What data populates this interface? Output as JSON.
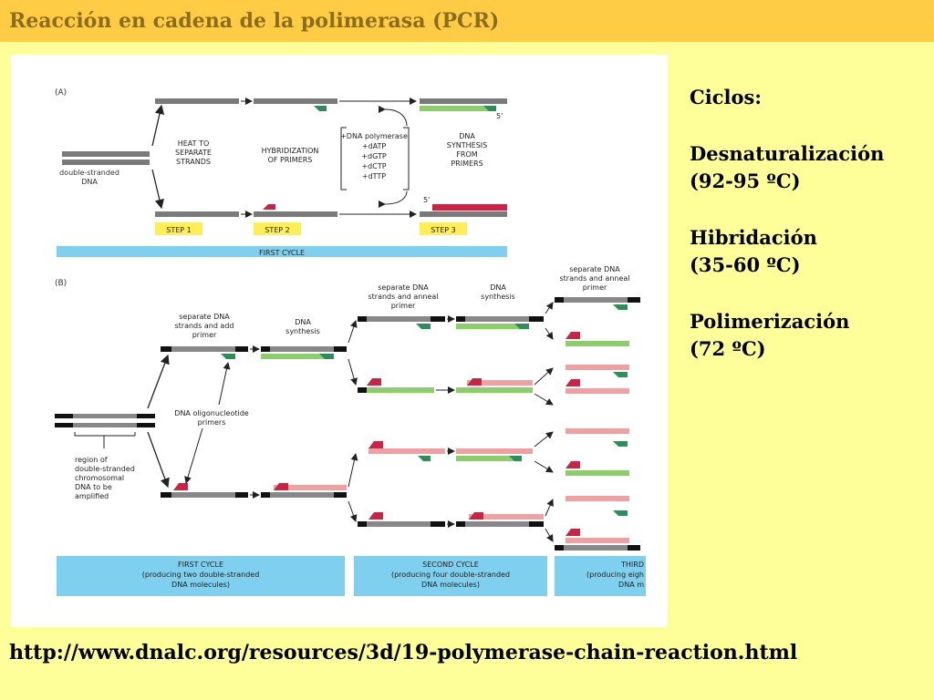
{
  "title": "Reacción en cadena de la polimerasa (PCR)",
  "sidebar": {
    "heading": "Ciclos:",
    "steps": [
      {
        "name": "Desnaturalización",
        "temp": "(92-95 ºC)"
      },
      {
        "name": "Hibridación",
        "temp": "(35-60 ºC)"
      },
      {
        "name": "Polimerización",
        "temp": "(72 ºC)"
      }
    ]
  },
  "url": "http://www.dnalc.org/resources/3d/19-polymerase-chain-reaction.html",
  "figure": {
    "panel_a": {
      "label": "(A)",
      "dna_label": [
        "double-stranded",
        "DNA"
      ],
      "heat_label": [
        "HEAT TO",
        "SEPARATE",
        "STRANDS"
      ],
      "hyb_label": [
        "HYBRIDIZATION",
        "OF PRIMERS"
      ],
      "reagents": [
        "+DNA polymerase",
        "+dATP",
        "+dGTP",
        "+dCTP",
        "+dTTP"
      ],
      "synth_label": [
        "DNA",
        "SYNTHESIS",
        "FROM",
        "PRIMERS"
      ],
      "five_prime": "5'",
      "steps": [
        "STEP 1",
        "STEP 2",
        "STEP 3"
      ],
      "cycle_bar": "FIRST CYCLE"
    },
    "panel_b": {
      "label": "(B)",
      "sep_add": [
        "separate DNA",
        "strands and add",
        "primer"
      ],
      "synth1": [
        "DNA",
        "synthesis"
      ],
      "sep_anneal": [
        "separate DNA",
        "strands and anneal",
        "primer"
      ],
      "synth2": [
        "DNA",
        "synthesis"
      ],
      "sep_anneal3": [
        "separate DNA",
        "strands and anneal",
        "primer"
      ],
      "oligo": [
        "DNA oligonucleotide",
        "primers"
      ],
      "region": [
        "region of",
        "double-stranded",
        "chromosomal",
        "DNA to be",
        "amplified"
      ],
      "cycles": [
        [
          "FIRST CYCLE",
          "(producing two double-stranded",
          "DNA molecules)"
        ],
        [
          "SECOND CYCLE",
          "(producing four double-stranded",
          "DNA molecules)"
        ],
        [
          "THIRD",
          "(producing eigh",
          "DNA m"
        ]
      ]
    }
  },
  "colors": {
    "title_bar": "#ffcc44",
    "background": "#ffff99",
    "strand": "#7a7a7a",
    "primer": "#cc2244",
    "new_green": "#8ccf6a",
    "new_pink": "#f0a0a0",
    "cycle_blue": "#7fd0ee",
    "step_yellow": "#ffee55"
  }
}
